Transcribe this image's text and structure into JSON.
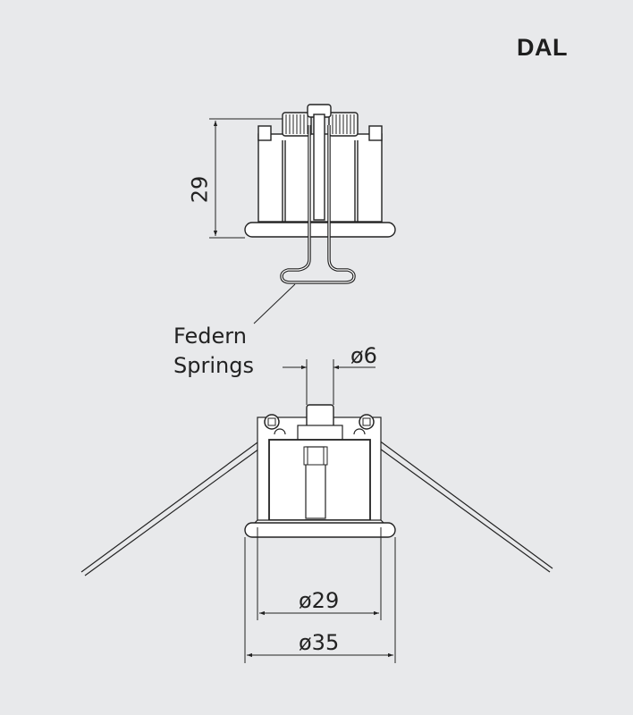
{
  "title": "DAL",
  "labels": {
    "springs_de": "Federn",
    "springs_en": "Springs"
  },
  "dimensions": {
    "height": "29",
    "pin_diameter": "ø6",
    "inner_diameter": "ø29",
    "outer_diameter": "ø35"
  },
  "views": [
    {
      "name": "side-view-top",
      "description": "Fixture side view with height dimension"
    },
    {
      "name": "side-view-bottom",
      "description": "Fixture front view with springs spread and diameter dimensions"
    }
  ],
  "colors": {
    "background": "#e8e9eb",
    "line": "#222222",
    "fill": "#ffffff"
  }
}
